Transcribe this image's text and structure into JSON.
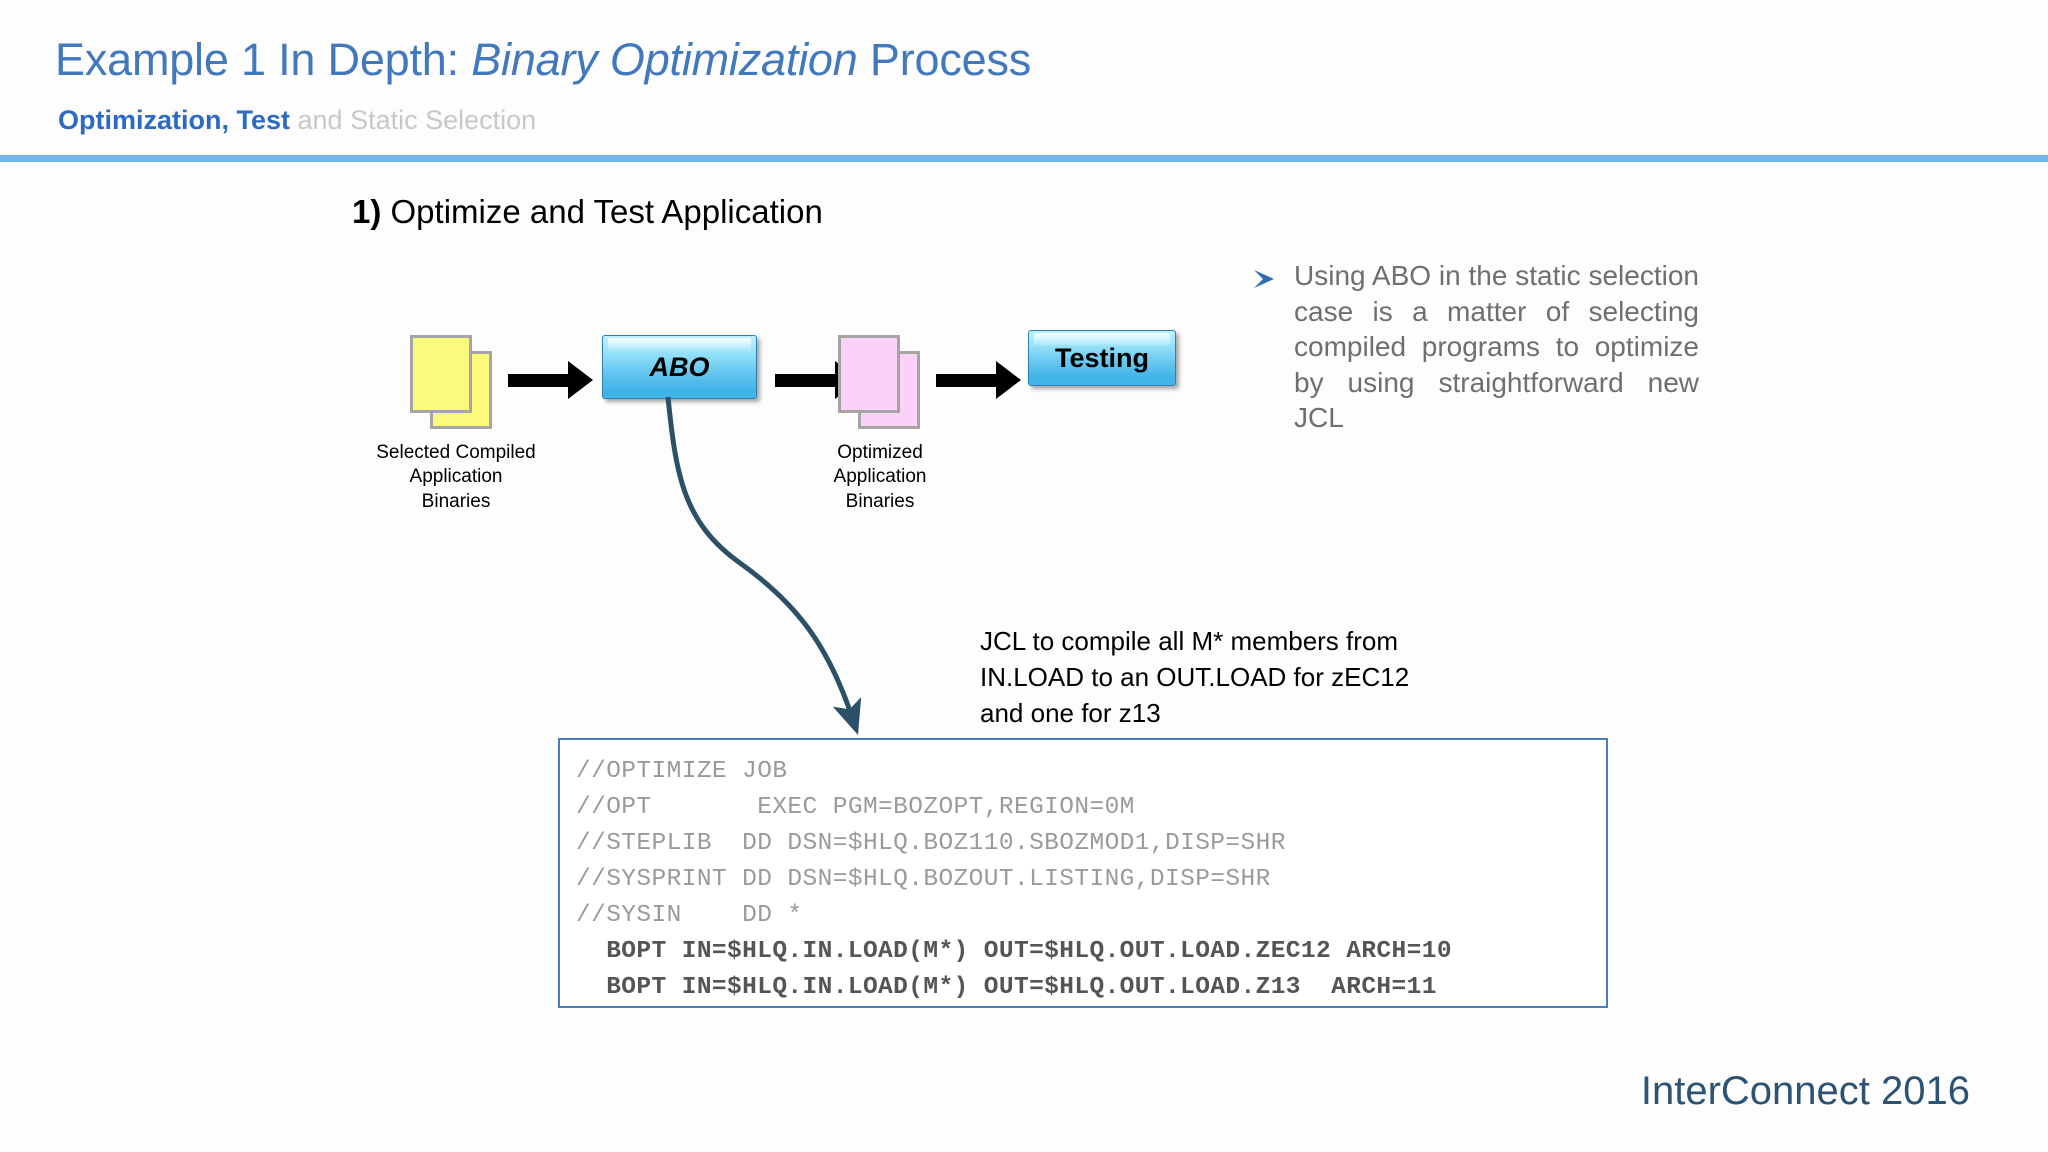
{
  "header": {
    "title_prefix": "Example 1 In Depth: ",
    "title_emphasis": "Binary Optimization",
    "title_suffix": " Process",
    "subtitle_bold": "Optimization, Test",
    "subtitle_rest": " and Static Selection",
    "rule_color": "#74B6E8",
    "title_color": "#4279BD"
  },
  "step": {
    "number": "1)",
    "label": " Optimize  and Test Application"
  },
  "flow": {
    "input_stack": {
      "icon": "document-stack-icon",
      "color": "#FAFA7D",
      "caption": "Selected Compiled\nApplication\nBinaries"
    },
    "process_box": {
      "label": "ABO",
      "fill_top": "#BDF0FF",
      "fill_bottom": "#44B6E8"
    },
    "output_stack": {
      "icon": "document-stack-icon",
      "color": "#FBD2F7",
      "caption": "Optimized\nApplication\nBinaries"
    },
    "test_box": {
      "label": "Testing",
      "fill_top": "#BDF0FF",
      "fill_bottom": "#44B6E8"
    },
    "arrow_icon": "arrow-right-icon",
    "curve_icon": "curved-arrow-icon",
    "curve_color": "#2C5068"
  },
  "bullet": {
    "marker_icon": "chevron-bullet-icon",
    "marker_color": "#2E6DB4",
    "text": "Using ABO in the static selection case is a matter of selecting compiled programs to optimize by using straightforward new JCL",
    "text_color": "#6F6F6F"
  },
  "jcl_description": "JCL to compile all M* members from\nIN.LOAD to an OUT.LOAD for zEC12\nand one for z13",
  "code": {
    "border_color": "#4A7EBB",
    "lines": [
      {
        "text": "//OPTIMIZE JOB",
        "emphasis": false
      },
      {
        "text": "//OPT       EXEC PGM=BOZOPT,REGION=0M",
        "emphasis": false
      },
      {
        "text": "//STEPLIB  DD DSN=$HLQ.BOZ110.SBOZMOD1,DISP=SHR",
        "emphasis": false
      },
      {
        "text": "//SYSPRINT DD DSN=$HLQ.BOZOUT.LISTING,DISP=SHR",
        "emphasis": false
      },
      {
        "text": "//SYSIN    DD *",
        "emphasis": false
      },
      {
        "text": "  BOPT IN=$HLQ.IN.LOAD(M*) OUT=$HLQ.OUT.LOAD.ZEC12 ARCH=10",
        "emphasis": true
      },
      {
        "text": "  BOPT IN=$HLQ.IN.LOAD(M*) OUT=$HLQ.OUT.LOAD.Z13  ARCH=11",
        "emphasis": true
      }
    ]
  },
  "footer": {
    "brand": "InterConnect 2016",
    "color": "#2C5374"
  }
}
